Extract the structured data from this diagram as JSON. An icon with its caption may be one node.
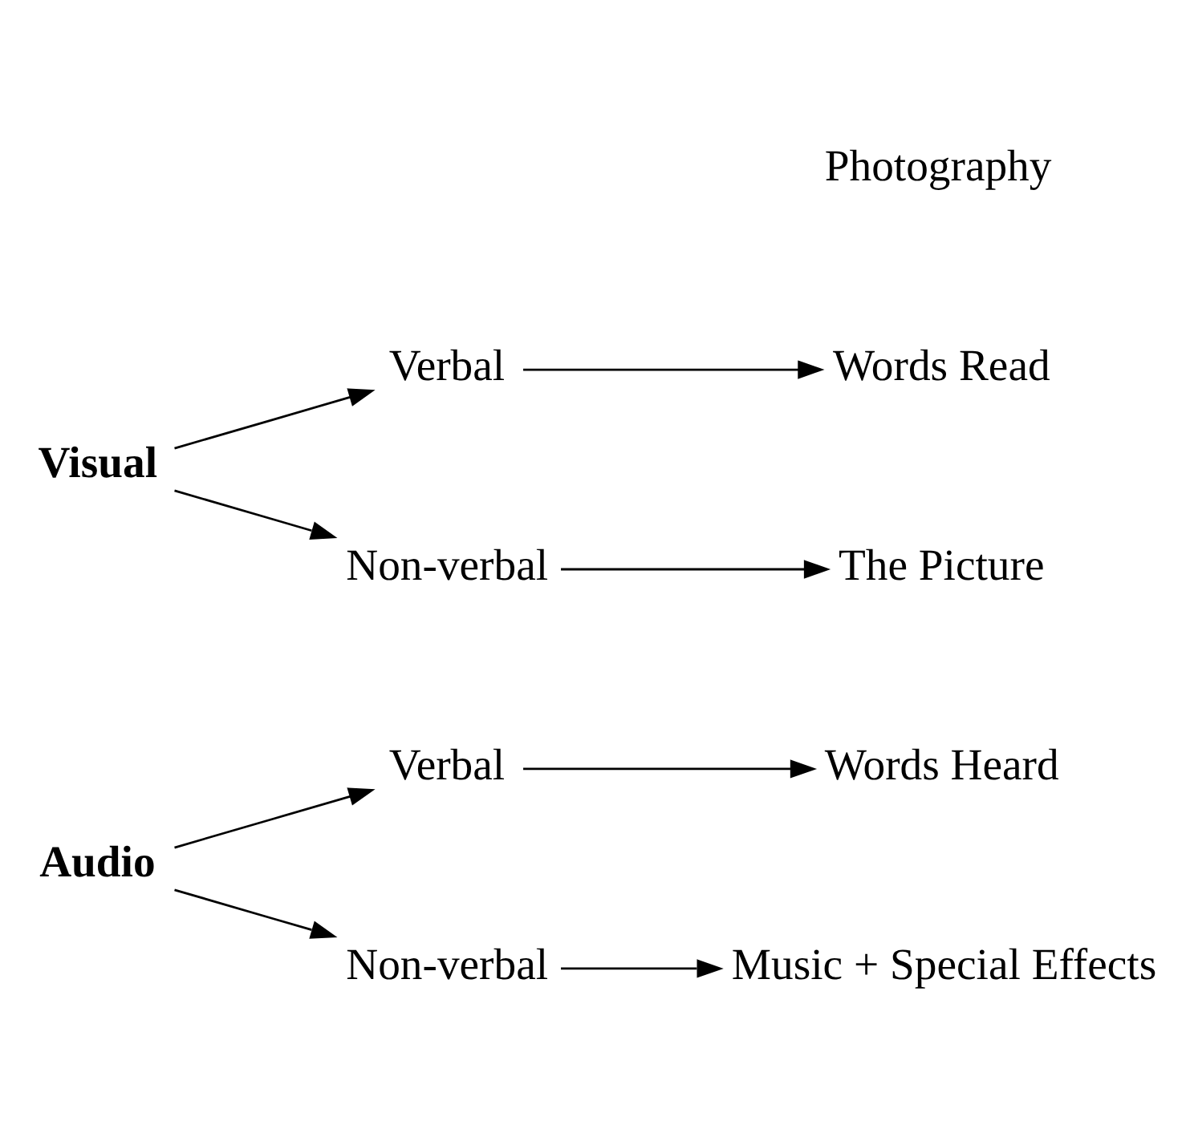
{
  "diagram": {
    "nodes": [
      {
        "text": [
          "Audio"
        ]
      },
      {
        "text": [
          "Verbal"
        ]
      },
      {
        "text": [
          "Words Heard"
        ]
      },
      {
        "text": [
          "Non-verbal"
        ]
      },
      {
        "text": [
          "Music + Special Effects"
        ]
      },
      {
        "text": [
          "Visual"
        ]
      },
      {
        "text": [
          "Verbal"
        ]
      },
      {
        "text": [
          "Words Read"
        ]
      },
      {
        "text": [
          "Non-verbal"
        ]
      },
      {
        "text": [
          "The Picture"
        ]
      }
    ],
    "edges": [
      {
        "from": 0,
        "to": 1,
        "arrow": "to"
      },
      {
        "from": 1,
        "to": 2,
        "arrow": "to"
      },
      {
        "from": 0,
        "to": 3,
        "arrow": "to"
      },
      {
        "from": 3,
        "to": 4,
        "arrow": "to"
      },
      {
        "from": 5,
        "to": 6,
        "arrow": "to"
      },
      {
        "from": 6,
        "to": 7,
        "arrow": "to"
      },
      {
        "from": 5,
        "to": 8,
        "arrow": "to"
      },
      {
        "from": 8,
        "to": 9,
        "arrow": "to"
      }
    ],
    "labels": [
      "Photography"
    ]
  }
}
